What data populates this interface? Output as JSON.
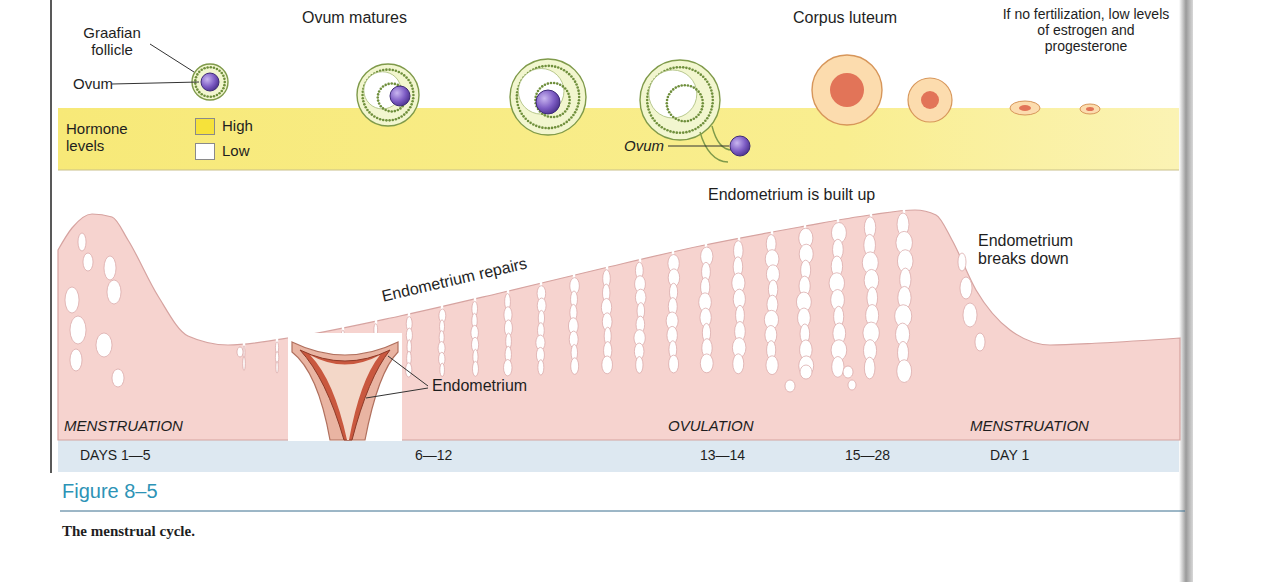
{
  "diagram": {
    "title": "Figure 8–5",
    "caption": "The menstrual cycle.",
    "labels": [
      "Graafian follicle",
      "Ovum matures",
      "Corpus luteum",
      "If no fertilization, low levels of estrogen and progesterone",
      "Ovum",
      "Hormone levels",
      "Ovum",
      "Endometrium is built up",
      "Endometrium breaks down",
      "Endometrium repairs",
      "Endometrium",
      "MENSTRUATION",
      "OVULATION",
      "MENSTRUATION",
      "DAYS 1—5",
      "6—12",
      "13—14",
      "15—28",
      "DAY 1"
    ],
    "legend": [
      {
        "text": "High",
        "color": "#f6e23a"
      },
      {
        "text": "Low",
        "color": "#ffffff"
      }
    ]
  }
}
